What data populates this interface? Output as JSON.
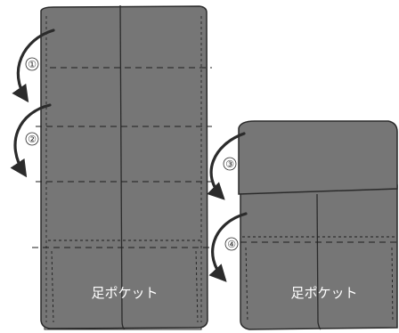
{
  "diagram": {
    "step_labels": [
      "①",
      "②",
      "③",
      "④"
    ],
    "pocket_label": "足ポケット",
    "colors": {
      "fabric": "#767676",
      "fabric_dark": "#6e6e6e",
      "lining": "#d9d9d9",
      "outline": "#2a2a2a",
      "arrow": "#2b2b2b",
      "dash": "#1e1e1e"
    }
  }
}
